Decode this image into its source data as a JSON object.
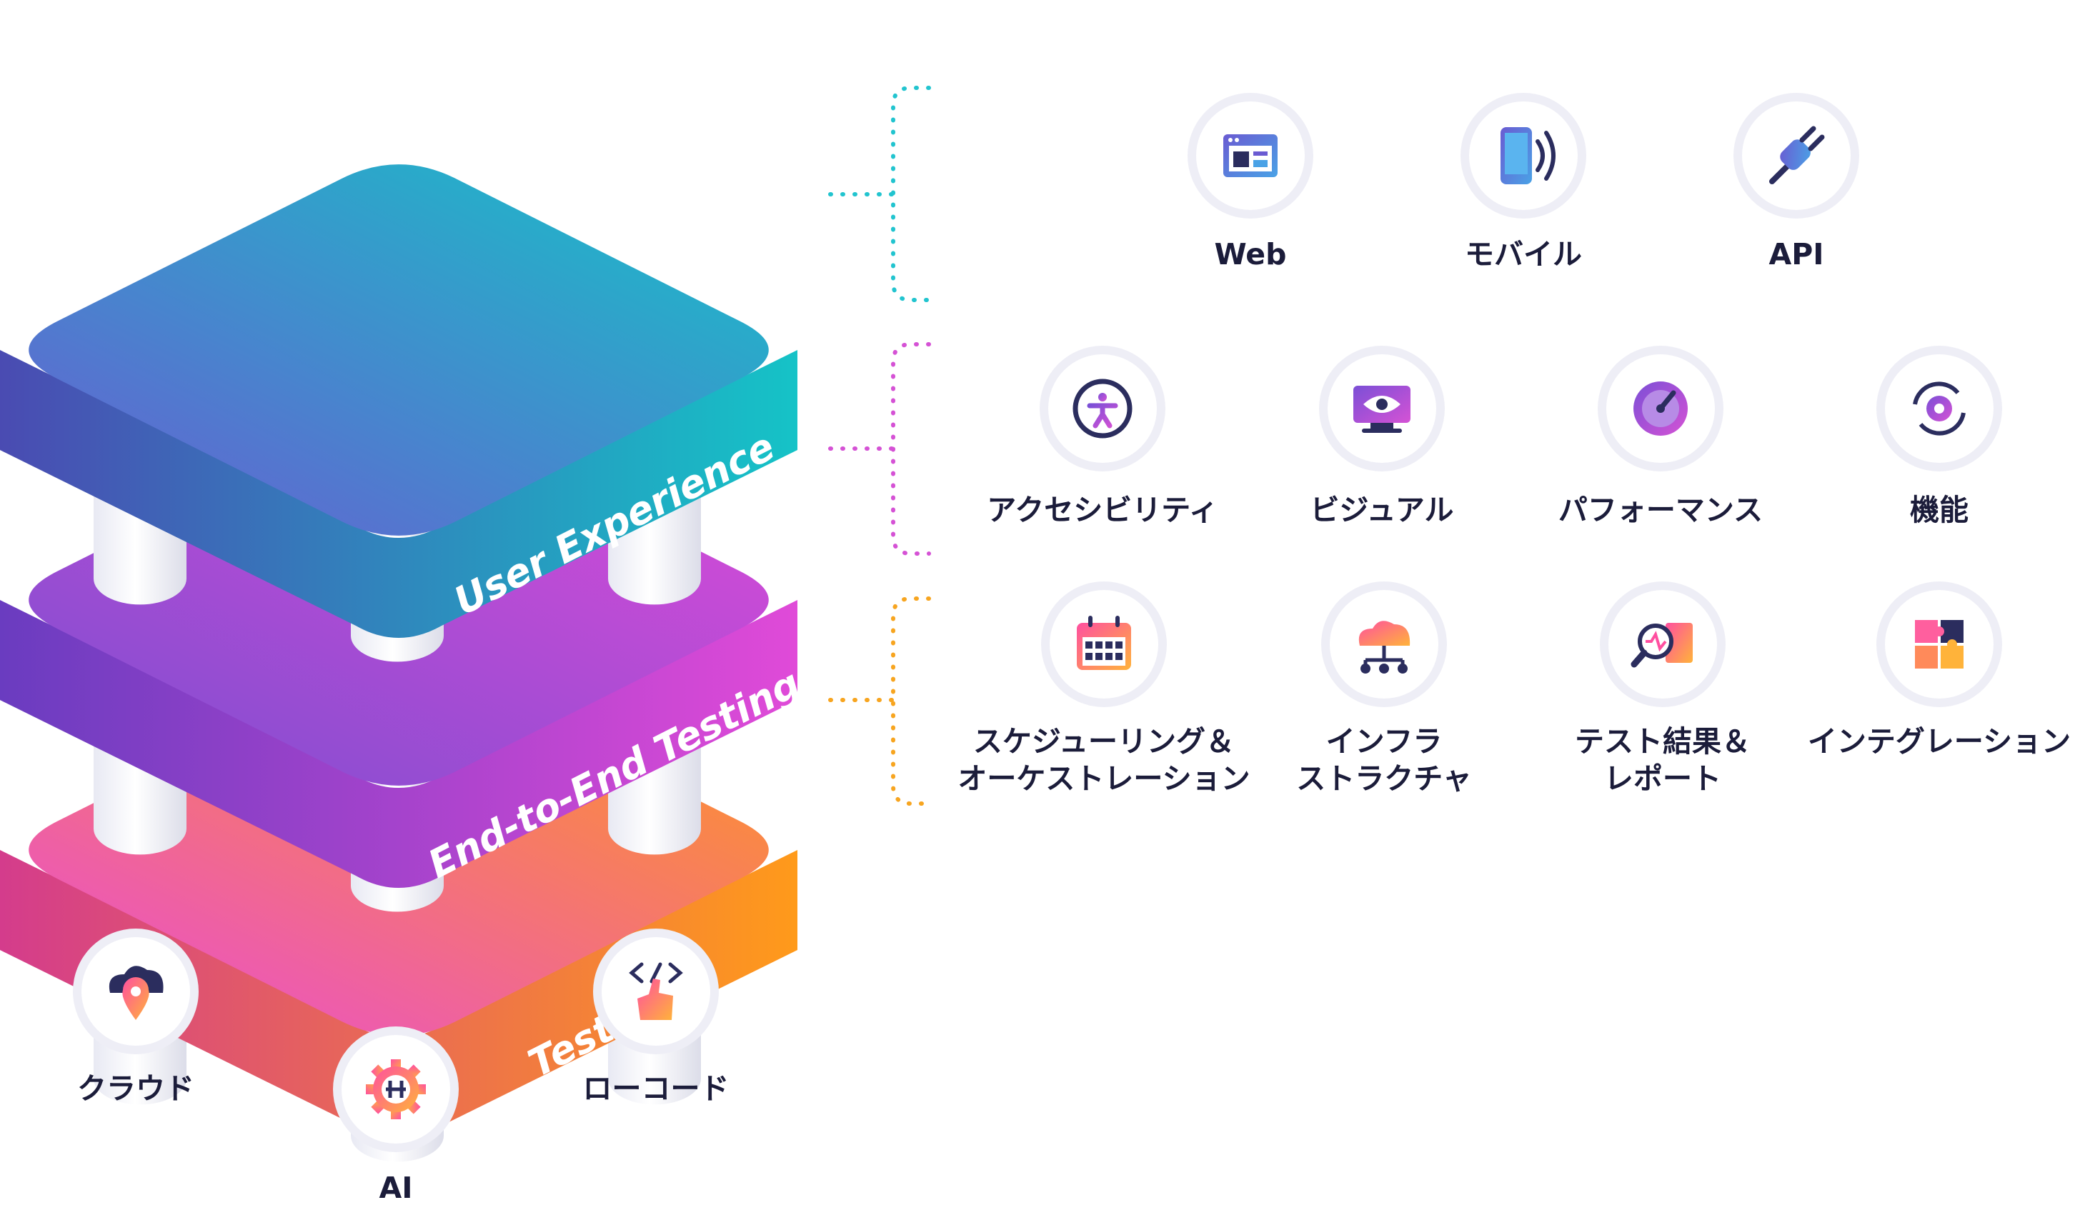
{
  "layers": [
    {
      "label": "User Experience",
      "gradient": [
        "#6a5bd2",
        "#15c3c7"
      ],
      "side_shade": "#4a4bb2"
    },
    {
      "label": "End-to-End Testing",
      "gradient": [
        "#7a4ed0",
        "#e04ad8"
      ],
      "side_shade": "#6a3cc0"
    },
    {
      "label": "Test Ops",
      "gradient": [
        "#e84ad8",
        "#ff9a1a"
      ],
      "side_shade": "#d43c8c"
    }
  ],
  "bracket_colors": [
    "#22c4cf",
    "#d552d5",
    "#f7a520"
  ],
  "groups": [
    {
      "items": [
        {
          "icon": "web-icon",
          "lines": [
            "Web"
          ]
        },
        {
          "icon": "mobile-icon",
          "lines": [
            "モバイル"
          ]
        },
        {
          "icon": "api-plug-icon",
          "lines": [
            "API"
          ]
        }
      ]
    },
    {
      "items": [
        {
          "icon": "accessibility-icon",
          "lines": [
            "アクセシビリティ"
          ]
        },
        {
          "icon": "visual-monitor-eye-icon",
          "lines": [
            "ビジュアル"
          ]
        },
        {
          "icon": "performance-gauge-icon",
          "lines": [
            "パフォーマンス"
          ]
        },
        {
          "icon": "functional-gear-cycle-icon",
          "lines": [
            "機能"
          ]
        }
      ]
    },
    {
      "items": [
        {
          "icon": "calendar-schedule-icon",
          "lines": [
            "スケジューリング＆",
            "オーケストレーション"
          ]
        },
        {
          "icon": "cloud-infrastructure-icon",
          "lines": [
            "インフラ",
            "ストラクチャ"
          ]
        },
        {
          "icon": "test-report-search-icon",
          "lines": [
            "テスト結果＆",
            "レポート"
          ]
        },
        {
          "icon": "puzzle-integration-icon",
          "lines": [
            "インテグレーション"
          ]
        }
      ]
    }
  ],
  "foundation": [
    {
      "icon": "cloud-location-icon",
      "lines": [
        "クラウド"
      ]
    },
    {
      "icon": "ai-gear-icon",
      "lines": [
        "AI"
      ]
    },
    {
      "icon": "lowcode-hand-icon",
      "lines": [
        "ローコード"
      ]
    }
  ]
}
